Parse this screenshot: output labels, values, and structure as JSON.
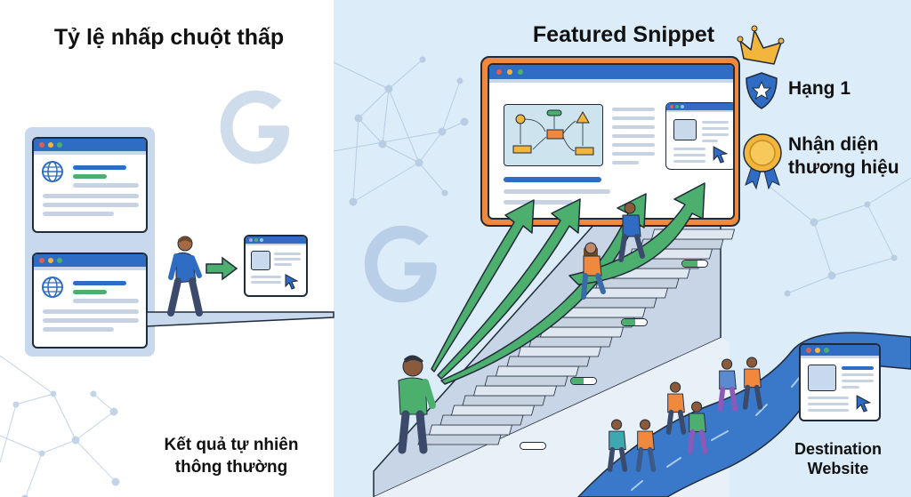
{
  "left": {
    "title": "Tỷ lệ nhấp chuột thấp",
    "caption_line1": "Kết quả tự nhiên",
    "caption_line2": "thông thường"
  },
  "right": {
    "title": "Featured Snippet",
    "badges": [
      {
        "icon": "shield-star-icon",
        "label": "Hạng 1"
      },
      {
        "icon": "medal-ribbon-icon",
        "label_line1": "Nhận diện",
        "label_line2": "thương hiệu"
      }
    ],
    "destination_line1": "Destination",
    "destination_line2": "Website"
  },
  "colors": {
    "brand_blue": "#2f6cc4",
    "accent_orange": "#f0883e",
    "arrow_green": "#4caf6e",
    "dot_red": "#e0604c",
    "dot_yellow": "#f2b63c",
    "dot_green": "#4caf6e",
    "light_bg": "#dcecf8",
    "google_g": "#b9cfe8"
  },
  "progress_indicators": [
    {
      "label": "step-bottom",
      "filled_fraction": 0.0
    },
    {
      "label": "step-low",
      "filled_fraction": 0.5
    },
    {
      "label": "step-mid",
      "filled_fraction": 0.55
    },
    {
      "label": "step-high",
      "filled_fraction": 0.6
    }
  ]
}
